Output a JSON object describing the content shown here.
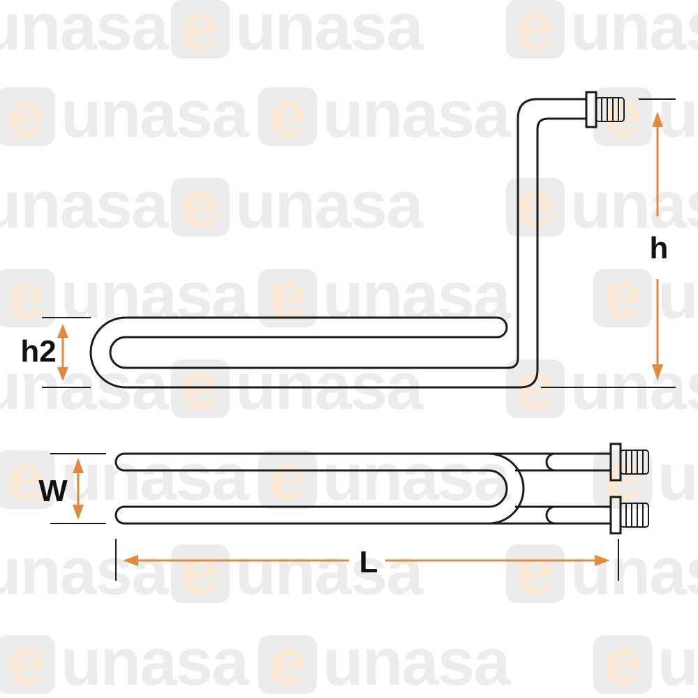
{
  "watermark": {
    "text": "eunasa",
    "letter_e": "e",
    "rest": "unasa"
  },
  "dimensions": {
    "h": "h",
    "h2": "h2",
    "W": "W",
    "L": "L"
  },
  "colors": {
    "arrow": "#e08a3c",
    "line": "#1a1a1a",
    "watermark": "#ececec",
    "watermark_e": "#fbe9d6"
  }
}
